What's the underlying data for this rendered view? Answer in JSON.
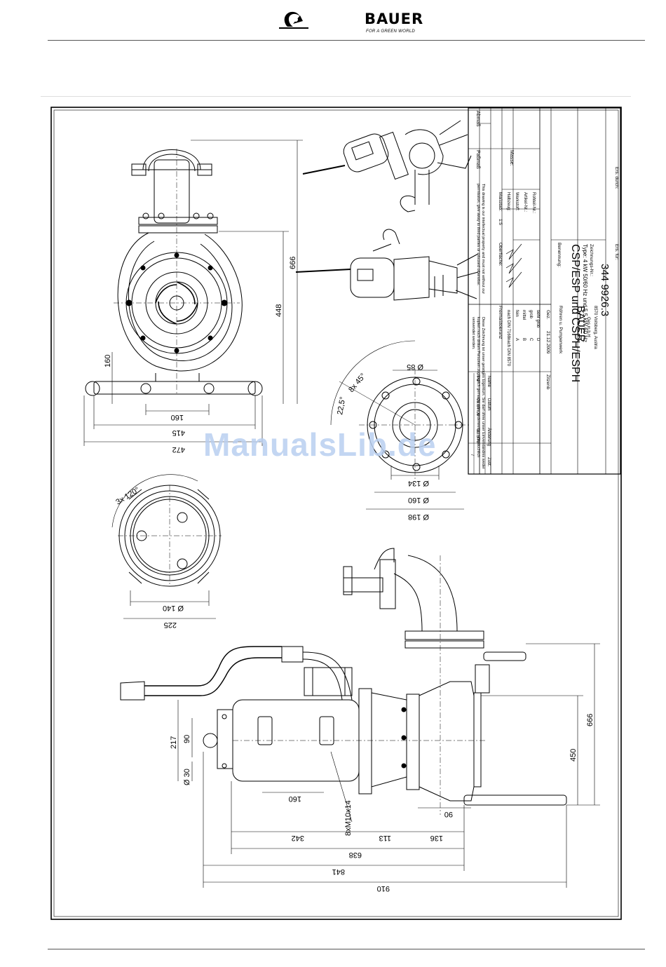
{
  "header": {
    "brand": "BAUER",
    "tagline": "FOR A GREEN WORLD",
    "logo_icon": "bauer-logo-icon"
  },
  "watermark": "ManualsLib.de",
  "title_block": {
    "title": "CSP/ESP und CSPH/ESPH",
    "type_line": "Type: 4 kW 50/60 Hz und 5,5 kW 60 Hz",
    "drawing_number": "344 9926.3",
    "company_logo": "BAUER",
    "company_name": "Röhren u. Pumpenwerk",
    "company_sub": "Ges.m.b.H",
    "company_address": "8570 Voitsberg, Austria",
    "notice_en": "This drawing is our intellectual property and must not without our permission, give away to third parties or misused otherwise.",
    "notice_de": "Diese Zeichnung ist unser geistiges Eigentum. Sie darf ohne unser Einverständnis weder kopiert noch dritten Personen zugänglich gemacht oder anderweitig mißbräuchlich verwendet werden.",
    "labels": {
      "abmass": "Abmaß",
      "passmass": "Paßmaß",
      "masse": "Masse:",
      "massstab": "Maßstab:",
      "scale": "1:5",
      "halbzeug": "Halbzeug:",
      "werkstoff": "Werkstoff:",
      "artikel": "Artikel-Nr.:",
      "rohteil": "Rohteil-Nr.:",
      "oberflaeche": "Oberfläche:",
      "freimass": "Freimaßtoleranz",
      "din7168": "nach DIN 7168",
      "din8570": "nach DIN 8570",
      "benennung": "Benennung:",
      "zeichnungsnr": "Zeichnungs-Nr.:",
      "ers_fuer": "Ers. für:",
      "ers_durch": "Ers. durch:",
      "datum": "Datum",
      "name": "Name",
      "gez": "Gez.",
      "gepr": "Gepr.",
      "dxf": "DXF",
      "zust": "Zust.",
      "aenderung": "Änderung"
    },
    "tolerance_rows": [
      {
        "grade": "fein",
        "letter": "A"
      },
      {
        "grade": "mittel",
        "letter": "B"
      },
      {
        "grade": "grob",
        "letter": "C"
      },
      {
        "grade": "sehr grob",
        "letter": "D"
      }
    ],
    "gez_date": "21.12.2009",
    "gez_name": "Zitzenb",
    "revision": {
      "index": "/",
      "number": "20.570",
      "date": "09.07.09",
      "name": "Pe"
    }
  },
  "dimensions": {
    "front_view": [
      "666",
      "448",
      "160",
      "160",
      "415",
      "472"
    ],
    "flange": [
      "Ø 85",
      "8x 45°",
      "22,5°",
      "Ø 134",
      "Ø 160",
      "Ø 198"
    ],
    "suction_view": [
      "3x 120°",
      "Ø 140",
      "225"
    ],
    "side_view": [
      "217",
      "90",
      "Ø 30",
      "160",
      "8xM10x14",
      "90",
      "342",
      "113",
      "136",
      "638",
      "841",
      "910",
      "666",
      "450"
    ]
  }
}
